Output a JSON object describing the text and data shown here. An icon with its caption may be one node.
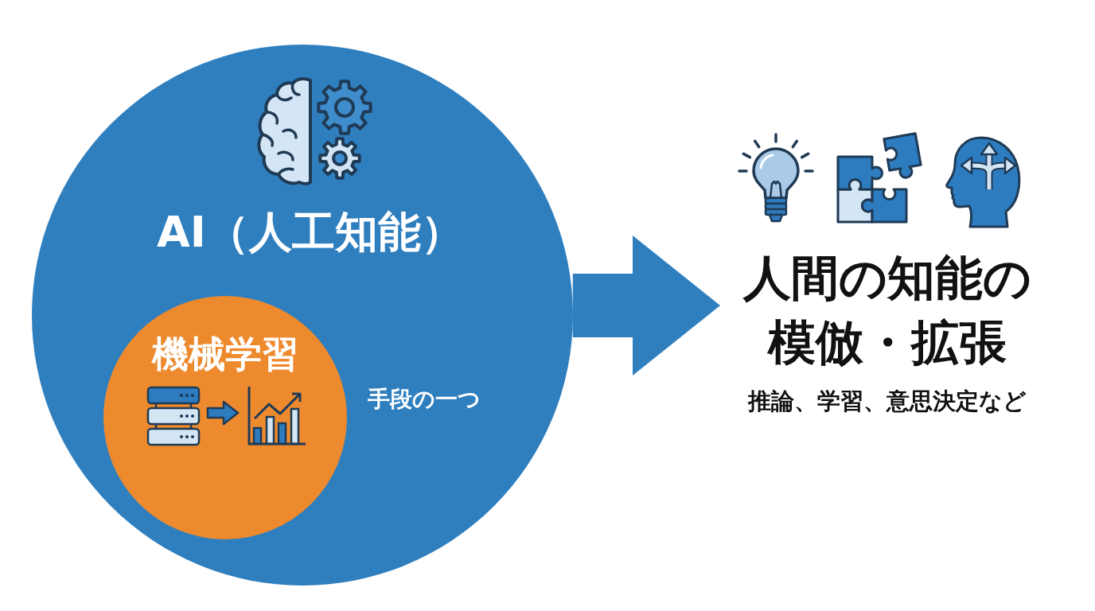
{
  "diagram": {
    "nodes": [
      {
        "text": [
          "AI（人工知能）"
        ]
      },
      {
        "text": [
          "機械学習"
        ],
        "in": 0,
        "beside": [
          "手段の一つ"
        ]
      },
      {
        "text": [
          "人間の知能の模倣・拡張",
          "推論、学習、意思決定など"
        ]
      }
    ],
    "edges": [
      {
        "from": 0,
        "to": 2,
        "arrow": "to",
        "style": "thick"
      }
    ]
  }
}
